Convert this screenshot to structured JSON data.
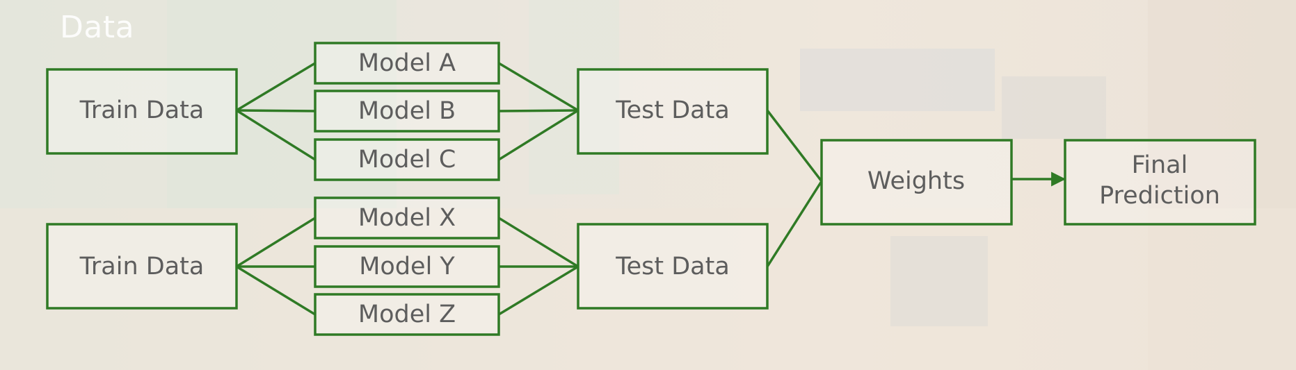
{
  "slide": {
    "title": "Data"
  },
  "colors": {
    "accent": "#2f7a25",
    "node_text": "#5d5d5d",
    "title_text": "#ffffff"
  },
  "diagram": {
    "groups": [
      {
        "train": "Train Data",
        "models": [
          "Model A",
          "Model B",
          "Model C"
        ],
        "test": "Test Data"
      },
      {
        "train": "Train Data",
        "models": [
          "Model X",
          "Model Y",
          "Model Z"
        ],
        "test": "Test Data"
      }
    ],
    "weights": "Weights",
    "final": [
      "Final",
      "Prediction"
    ]
  }
}
